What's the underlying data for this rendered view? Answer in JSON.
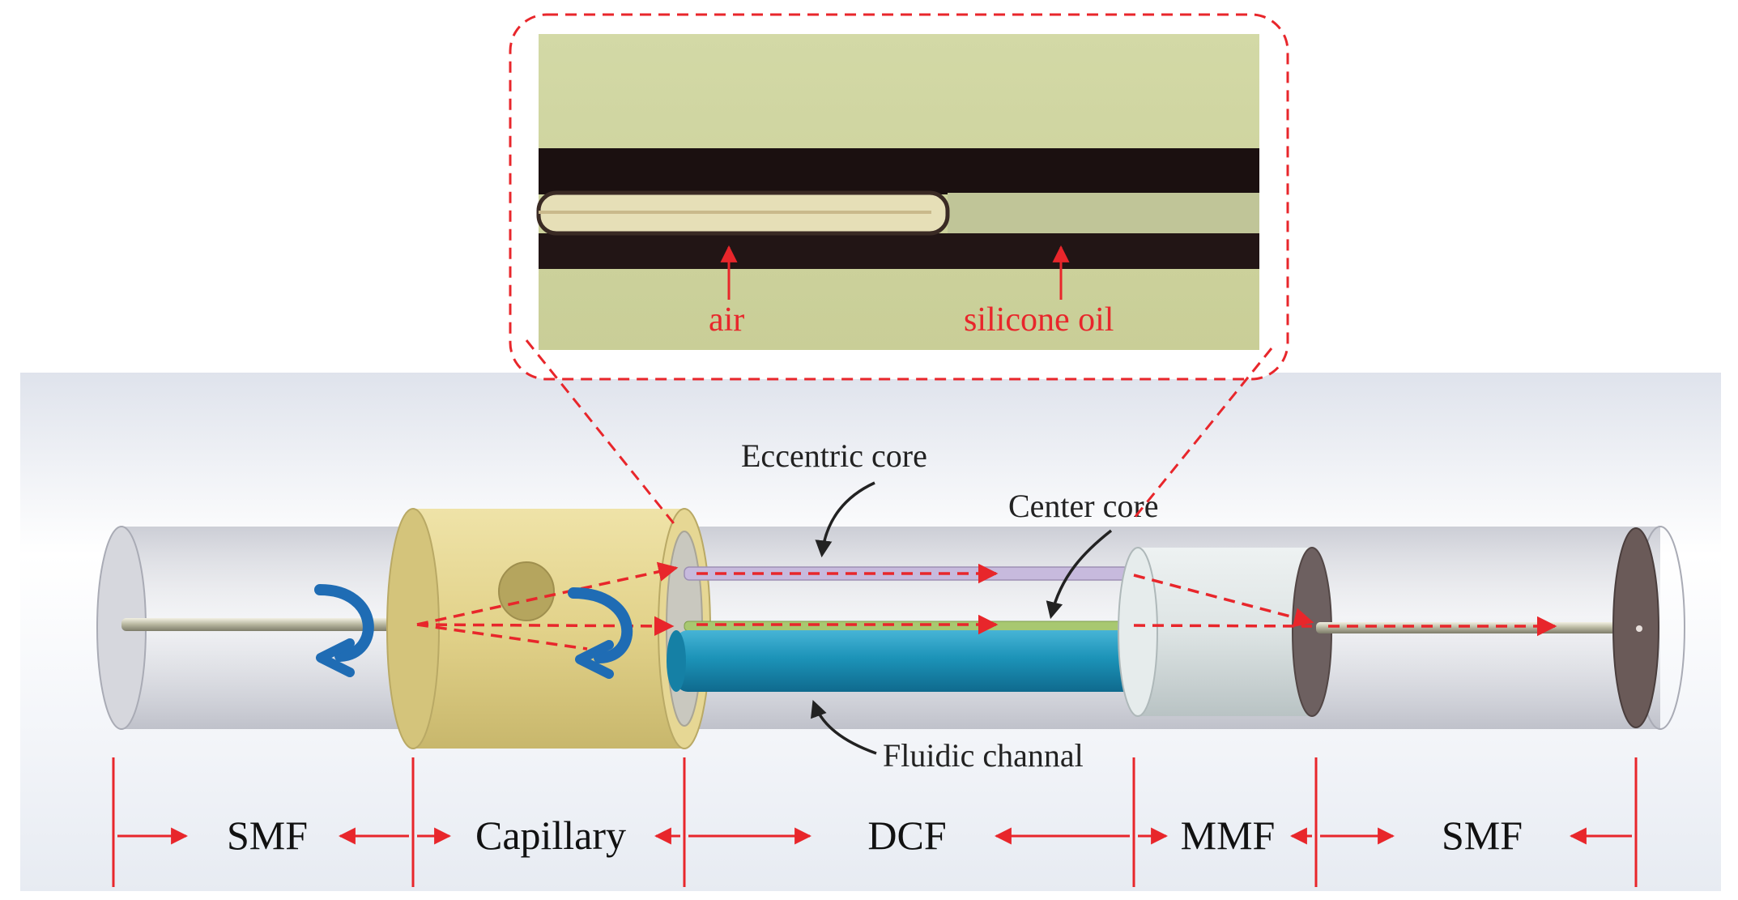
{
  "inset": {
    "labels": {
      "air": "air",
      "silicone_oil": "silicone oil"
    }
  },
  "callouts": {
    "eccentric_core": "Eccentric core",
    "center_core": "Center core",
    "fluidic_channal": "Fluidic channal"
  },
  "segments": [
    {
      "key": "smf_left",
      "label": "SMF"
    },
    {
      "key": "capillary",
      "label": "Capillary"
    },
    {
      "key": "dcf",
      "label": "DCF"
    },
    {
      "key": "mmf",
      "label": "MMF"
    },
    {
      "key": "smf_right",
      "label": "SMF"
    }
  ],
  "colors": {
    "annotation_red": "#e8262b",
    "arrow_blue": "#1f6cb4",
    "capillary_gold": "#e2d28a",
    "fluidic_channel_blue": "#1c93b8",
    "eccentric_core_lavender": "#c7badd",
    "center_core_green": "#a8c870",
    "mmf_gray": "#dde4e4",
    "end_face_brown": "#6a5a58",
    "inset_background": "#cfd49f",
    "inset_channel": "#1b1010"
  }
}
